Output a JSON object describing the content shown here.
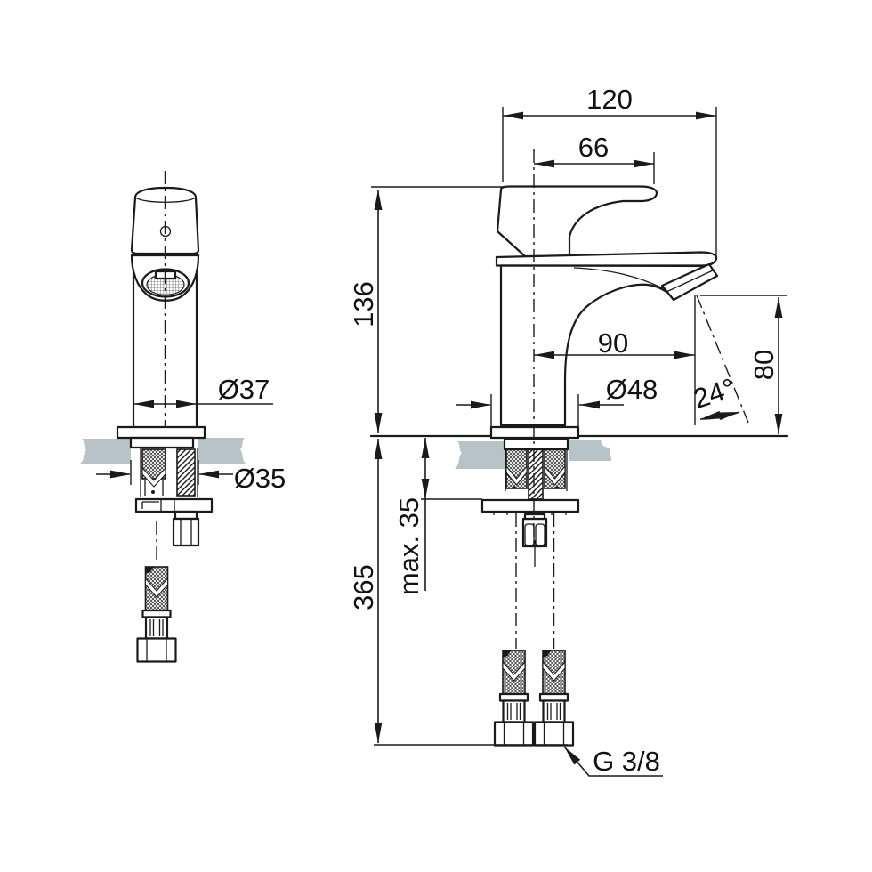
{
  "drawing": {
    "background": "#ffffff",
    "line_color": "#1a1a1a",
    "countertop_color": "#b7c3c7"
  },
  "dimensions": {
    "overall_width": "120",
    "handle_reach": "66",
    "height_above_deck": "136",
    "spout_reach": "90",
    "base_diameter": "Ø48",
    "outlet_angle": "24°",
    "outlet_height": "80",
    "body_diameter": "Ø37",
    "shank_diameter": "Ø35",
    "max_deck_thickness": "max. 35",
    "hose_length": "365",
    "thread_size": "G 3/8"
  }
}
